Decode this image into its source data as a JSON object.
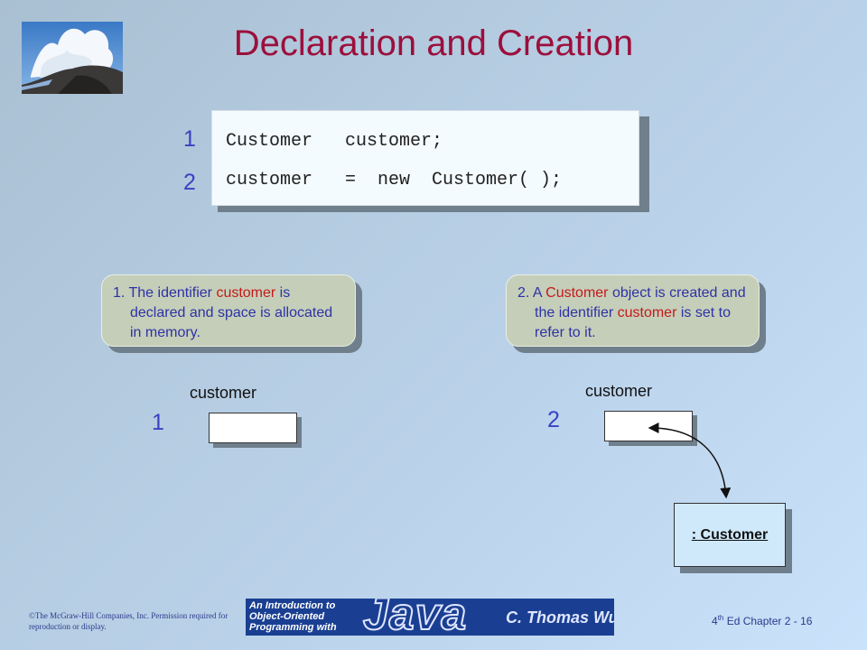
{
  "slide": {
    "title": "Declaration and Creation"
  },
  "code": {
    "line_1_number": "1",
    "line_1": "Customer   customer;",
    "line_2_number": "2",
    "line_2": "customer   =  new  Customer( );"
  },
  "callouts": {
    "first": {
      "prefix": "1. The identifier ",
      "highlight": "customer",
      "suffix": " is declared and space is allocated in memory."
    },
    "second": {
      "prefix": "2. A ",
      "highlight_1": "Customer",
      "middle": " object is created and the identifier ",
      "highlight_2": "customer",
      "suffix": " is set to refer to it."
    }
  },
  "diagram": {
    "step_1": {
      "number": "1",
      "variable_label": "customer"
    },
    "step_2": {
      "number": "2",
      "variable_label": "customer",
      "object_label": ": Customer"
    }
  },
  "footer": {
    "copyright": "©The McGraw-Hill Companies, Inc. Permission required for reproduction or display.",
    "banner_line_1": "An Introduction to",
    "banner_line_2": "Object-Oriented",
    "banner_line_3": "Programming with",
    "banner_java": "Java",
    "banner_author": "C. Thomas Wu",
    "edition_number": "4",
    "edition_suffix": "th",
    "edition_rest": " Ed Chapter 2 - 16"
  },
  "colors": {
    "title": "#9c0f3c",
    "step_numbers": "#3b41c2",
    "highlight": "#c41a1a",
    "callout_bg": "#c5ceb9",
    "object_box_bg": "#cfe9fb"
  },
  "icons": {
    "corner_image": "crashing-wave-photo",
    "reference_arrow": "double-headed-curved-arrow"
  }
}
